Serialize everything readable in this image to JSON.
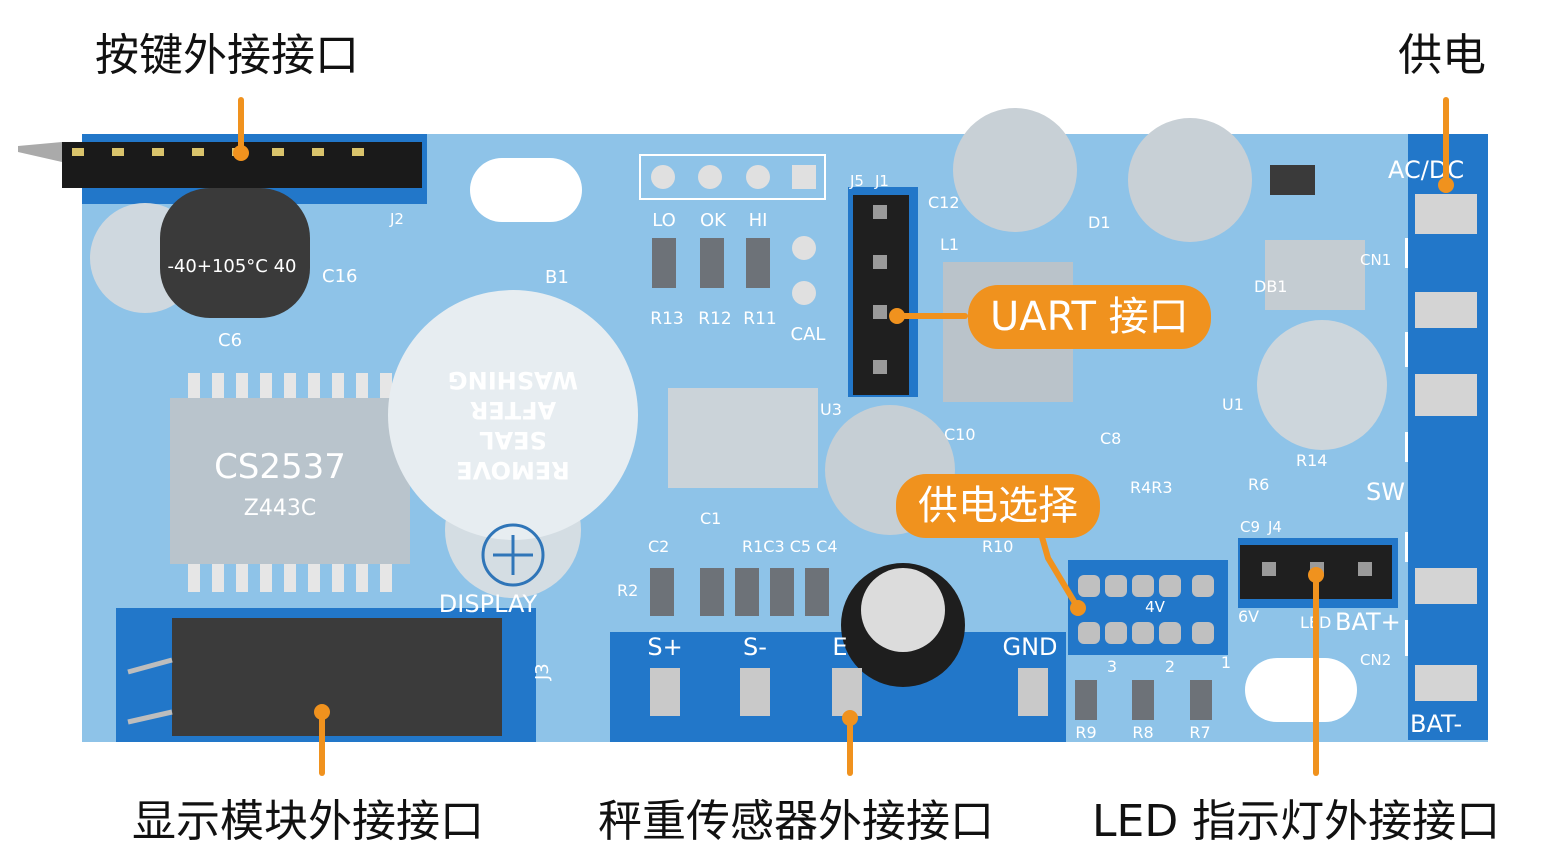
{
  "callouts": {
    "key_interface": "按键外接接口",
    "power": "供电",
    "uart": "UART 接口",
    "power_select": "供电选择",
    "display_interface": "显示模块外接接口",
    "load_cell_interface": "秤重传感器外接接口",
    "led_interface": "LED 指示灯外接接口"
  },
  "silkscreen": {
    "ic_main": "CS2537",
    "ic_main_code": "Z443C",
    "buzzer_lines": [
      "REMOVE",
      "SEAL",
      "AFTER",
      "WASHING"
    ],
    "buzzer_ref": "B1",
    "display": "DISPLAY",
    "acdc": "AC/DC",
    "sw": "SW",
    "bat_plus": "BAT+",
    "bat_minus": "BAT-",
    "cn1": "CN1",
    "cn2": "CN2",
    "s_plus": "S+",
    "s_minus": "S-",
    "e": "E",
    "gnd": "GND",
    "lo": "LO",
    "ok": "OK",
    "hi": "HI",
    "cal": "CAL",
    "j1": "J1",
    "j2": "J2",
    "j3": "J3",
    "j4": "J4",
    "j5": "J5",
    "r13": "R13",
    "r12": "R12",
    "r11": "R11",
    "c16": "C16",
    "c6": "C6",
    "c12": "C12",
    "c10": "C10",
    "c8": "C8",
    "c9": "C9",
    "c1": "C1",
    "c2": "C2",
    "r2": "R2",
    "r1c3c5c4": "R1C3 C5 C4",
    "r4r3": "R4R3",
    "r6": "R6",
    "r10": "R10",
    "r14": "R14",
    "r9": "R9",
    "r8": "R8",
    "r7": "R7",
    "d1": "D1",
    "l1": "L1",
    "u1": "U1",
    "u3": "U3",
    "db1": "DB1",
    "v6": "6V",
    "v4": "4V",
    "led": "LED",
    "n3": "3",
    "n2": "2",
    "n1": "1",
    "cap_rating": "-40+105°C 40"
  },
  "colors": {
    "board": "#8ec3e8",
    "board_dark": "#2277c9",
    "accent": "#f0921e",
    "pad": "#c9c9c9"
  }
}
